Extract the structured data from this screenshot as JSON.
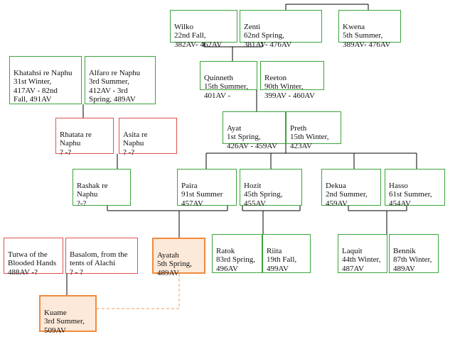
{
  "people": [
    {
      "id": "wilko",
      "name": "Wilko",
      "dates": "22nd Fall,\n382AV- 462AV"
    },
    {
      "id": "zenti",
      "name": "Zenti",
      "dates": "62nd Spring,\n381AV- 476AV"
    },
    {
      "id": "kwena",
      "name": "Kwena",
      "dates": "5th Summer,\n389AV- 476AV"
    },
    {
      "id": "khatahsi",
      "name": "Khatahsi re Naphu",
      "dates": "31st Winter,\n417AV - 82nd\nFall, 491AV"
    },
    {
      "id": "alfaro",
      "name": "Alfaro re Naphu",
      "dates": "3rd Summer,\n412AV - 3rd\nSpring, 489AV"
    },
    {
      "id": "quinneth",
      "name": "Quinneth",
      "dates": "15th Summer,\n401AV -"
    },
    {
      "id": "reeton",
      "name": "Reeton",
      "dates": "90th Winter,\n399AV - 460AV"
    },
    {
      "id": "ayat",
      "name": "Ayat",
      "dates": "1st Spring,\n426AV - 459AV"
    },
    {
      "id": "preth",
      "name": "Preth",
      "dates": "15th Winter,\n423AV"
    },
    {
      "id": "rhatata",
      "name": "Rhatata re\nNaphu",
      "dates": "? -?"
    },
    {
      "id": "asita",
      "name": "Asita re\nNaphu",
      "dates": "? -?"
    },
    {
      "id": "rashak",
      "name": "Rashak re\nNaphu",
      "dates": "?-?"
    },
    {
      "id": "paira",
      "name": "Paira",
      "dates": "91st Summer\n457AV"
    },
    {
      "id": "hozit",
      "name": "Hozit",
      "dates": "45th Spring,\n455AV"
    },
    {
      "id": "dekua",
      "name": "Dekua",
      "dates": "2nd Summer,\n459AV"
    },
    {
      "id": "hasso",
      "name": "Hasso",
      "dates": "61st Summer,\n454AV"
    },
    {
      "id": "tutwa",
      "name": "Tutwa of the\nBlooded Hands",
      "dates": "488AV -?"
    },
    {
      "id": "basalom",
      "name": "Basalom, from the\ntents of Alachi",
      "dates": "? - ?"
    },
    {
      "id": "ayatah",
      "name": "Ayatah",
      "dates": "5th Spring,\n489AV"
    },
    {
      "id": "ratok",
      "name": "Ratok",
      "dates": "83rd Spring,\n496AV"
    },
    {
      "id": "riita",
      "name": "Riita",
      "dates": "19th Fall,\n499AV"
    },
    {
      "id": "laquit",
      "name": "Laquit",
      "dates": "44th Winter,\n487AV"
    },
    {
      "id": "bennik",
      "name": "Bennik",
      "dates": "87th Winter,\n489AV"
    },
    {
      "id": "kuame",
      "name": "Kuame",
      "dates": "3rd Summer,\n509AV"
    }
  ],
  "colors": {
    "blood_border": "#3aa53a",
    "married_in_border": "#e05050",
    "highlight_border": "#f08a3c",
    "highlight_fill": "#fde9da"
  }
}
